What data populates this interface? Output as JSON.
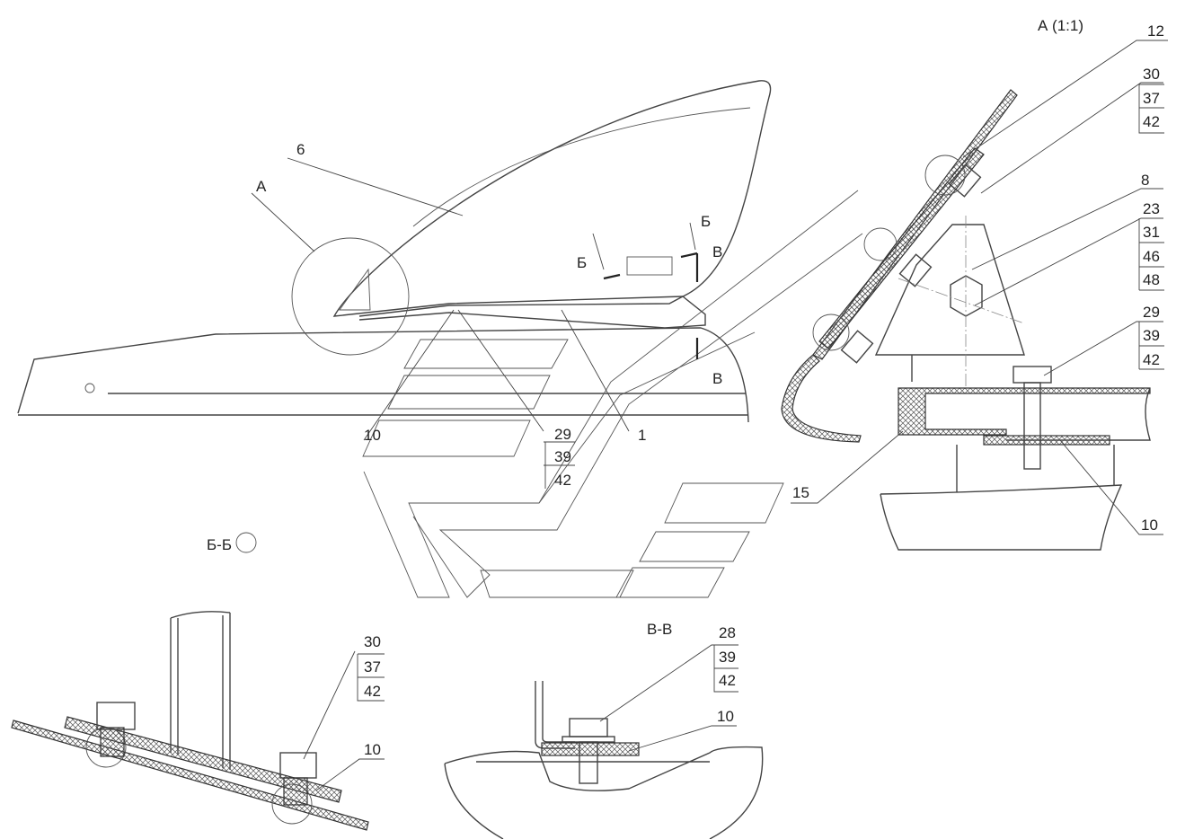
{
  "main_view": {
    "callout_6": "6",
    "callout_A": "А",
    "section_b_top": "Б",
    "section_b_left": "Б",
    "section_v_top": "В",
    "section_v_bottom": "В",
    "callout_10": "10",
    "stack_29": [
      "29",
      "39",
      "42"
    ],
    "callout_1": "1"
  },
  "detail_a": {
    "title": "А (1:1)",
    "callout_12": "12",
    "stack_30": [
      "30",
      "37",
      "42"
    ],
    "callout_8": "8",
    "stack_23": [
      "23",
      "31",
      "46",
      "48"
    ],
    "stack_29": [
      "29",
      "39",
      "42"
    ],
    "callout_15": "15",
    "callout_10": "10"
  },
  "section_bb": {
    "title": "Б-Б",
    "stack_30": [
      "30",
      "37",
      "42"
    ],
    "callout_10": "10"
  },
  "section_vv": {
    "title": "В-В",
    "stack_28": [
      "28",
      "39",
      "42"
    ],
    "callout_10": "10"
  }
}
